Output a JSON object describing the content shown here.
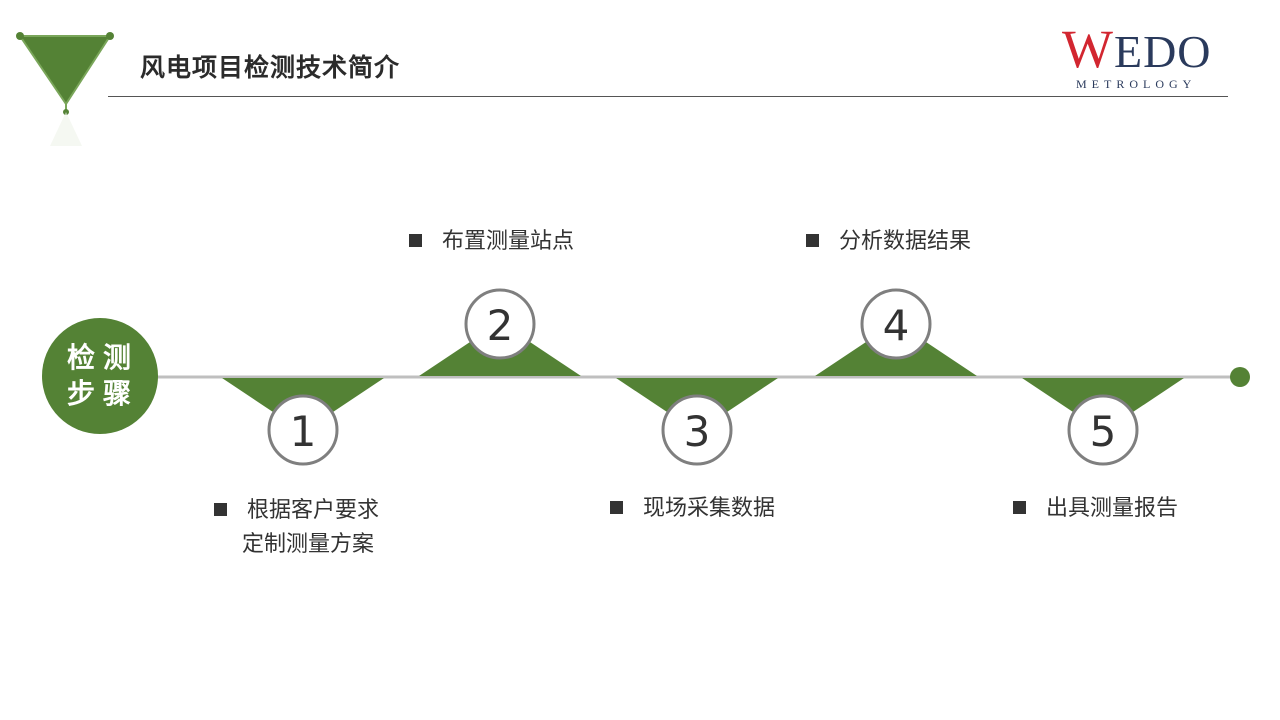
{
  "header": {
    "title": "风电项目检测技术简介"
  },
  "logo": {
    "main_letter": "W",
    "main_rest": "EDO",
    "subtitle": "METROLOGY"
  },
  "badge": {
    "line1": "检测",
    "line2": "步骤"
  },
  "steps": [
    {
      "number": "1",
      "label_line1": "根据客户要求",
      "label_line2": "定制测量方案"
    },
    {
      "number": "2",
      "label_line1": "布置测量站点"
    },
    {
      "number": "3",
      "label_line1": "现场采集数据"
    },
    {
      "number": "4",
      "label_line1": "分析数据结果"
    },
    {
      "number": "5",
      "label_line1": "出具测量报告"
    }
  ],
  "colors": {
    "accent_green": "#548235",
    "timeline_gray": "#bfbfbf",
    "circle_border": "#7f7f7f",
    "logo_red": "#d22630",
    "logo_navy": "#2a3a5c"
  }
}
